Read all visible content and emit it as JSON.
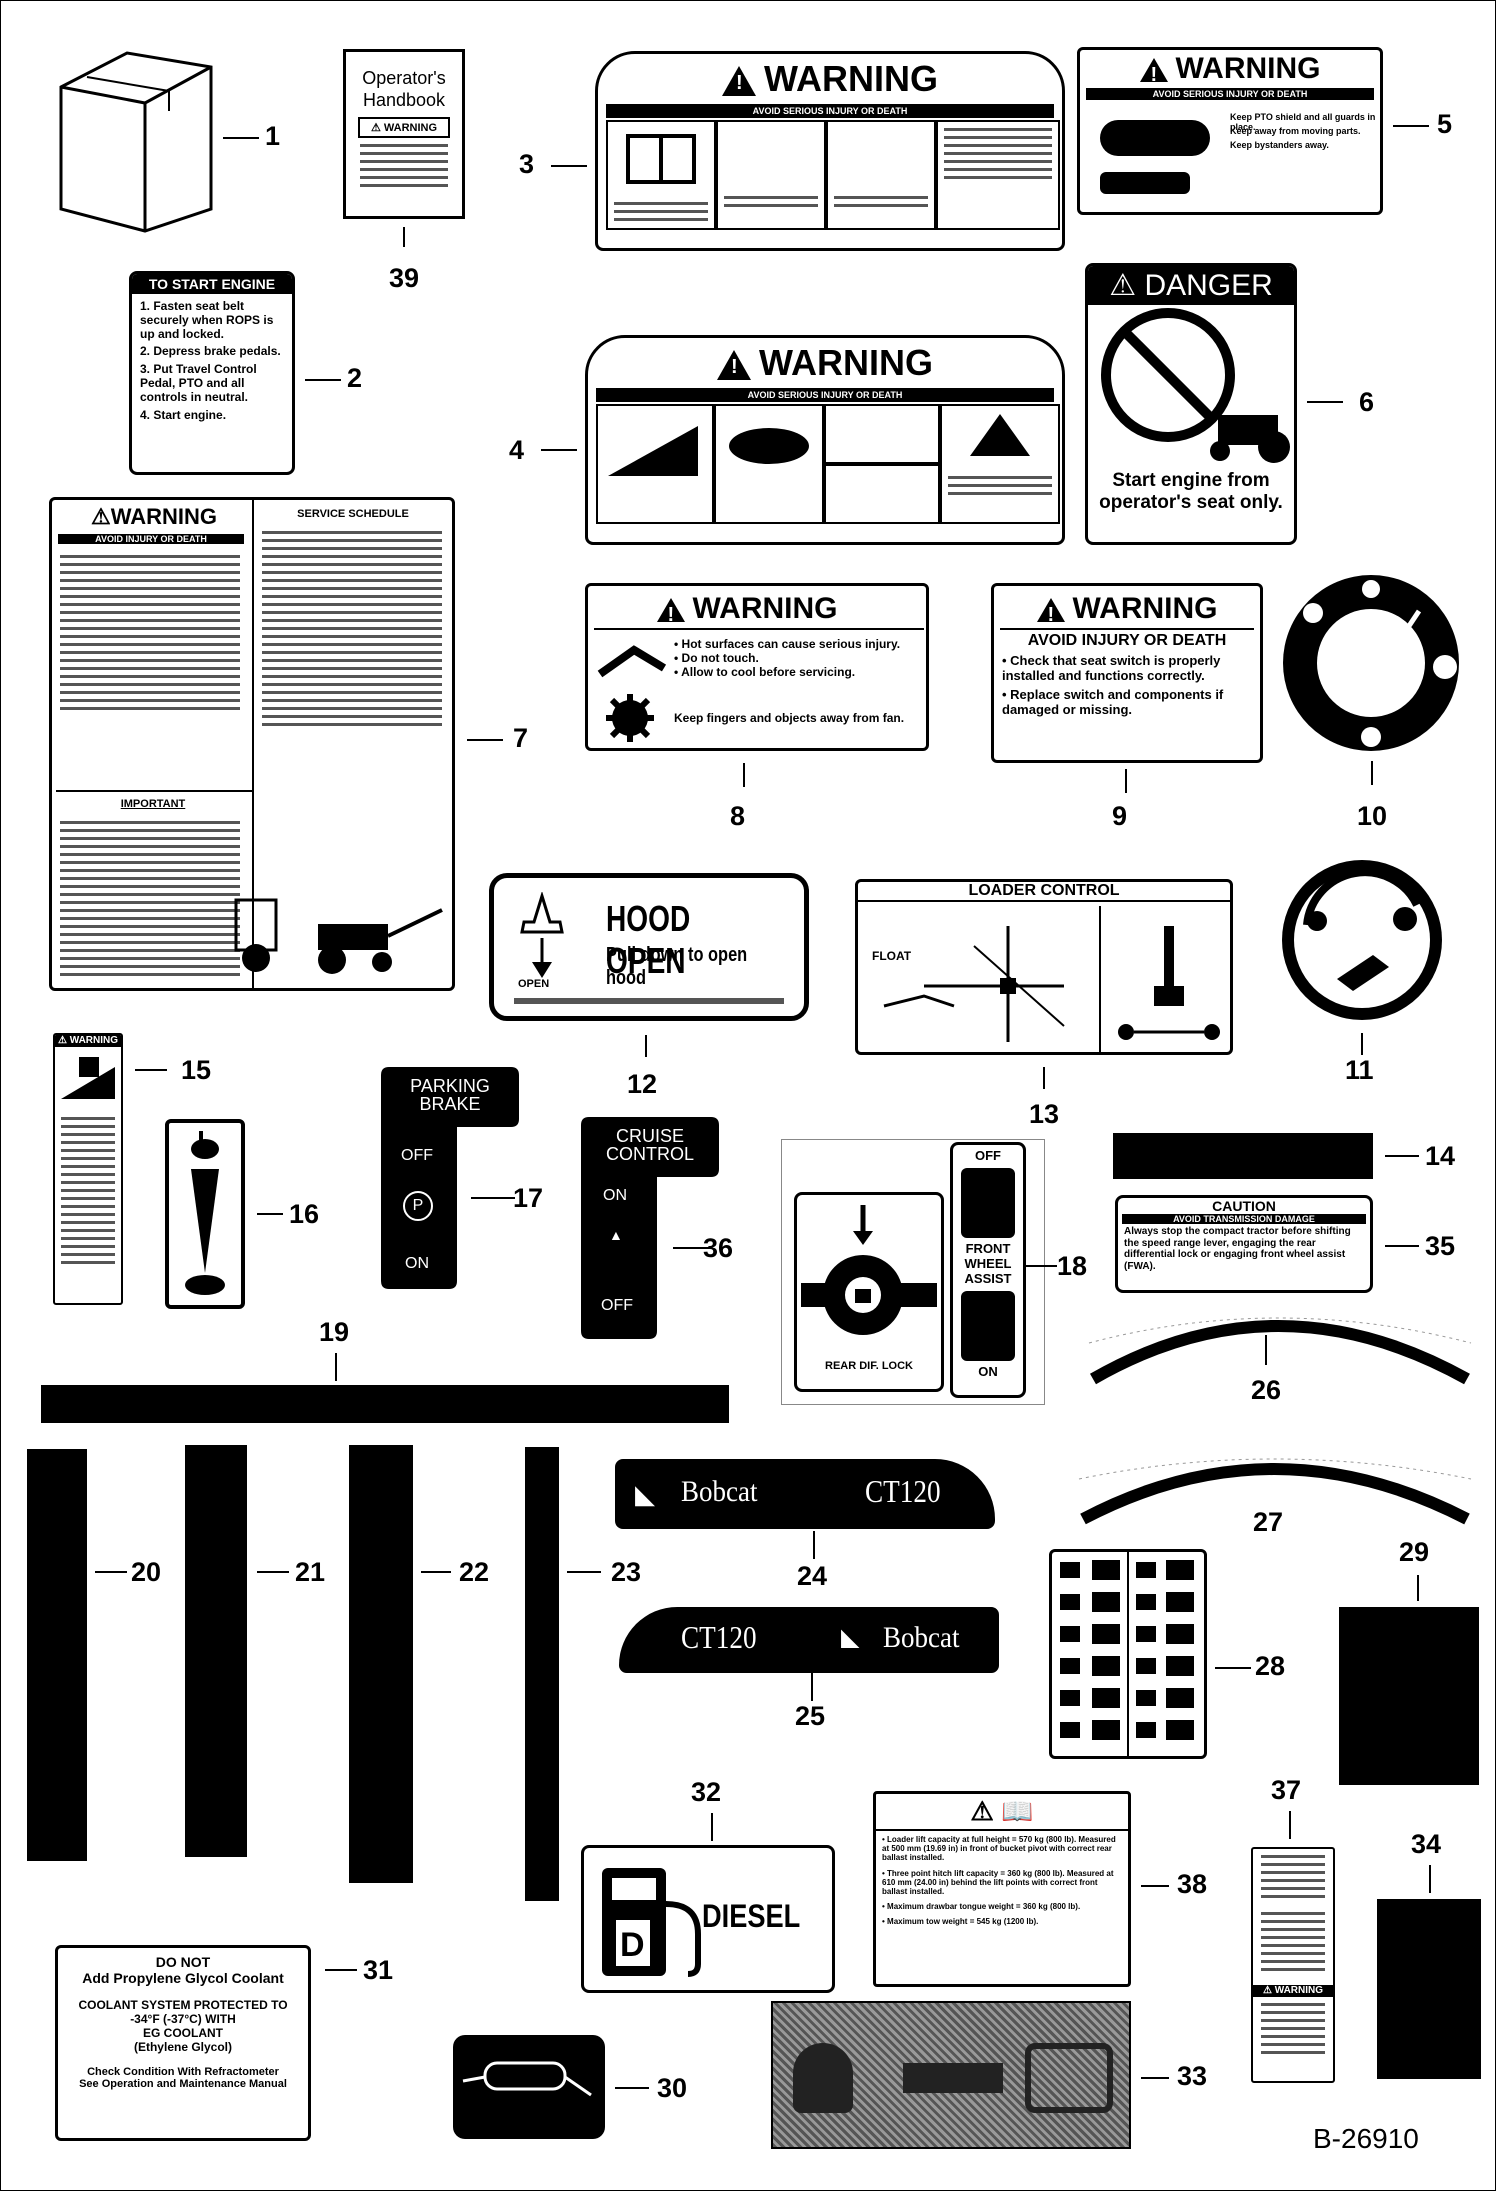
{
  "figure_id": "B-26910",
  "callouts": [
    "1",
    "2",
    "3",
    "4",
    "5",
    "6",
    "7",
    "8",
    "9",
    "10",
    "11",
    "12",
    "13",
    "14",
    "15",
    "16",
    "17",
    "18",
    "19",
    "20",
    "21",
    "22",
    "23",
    "24",
    "25",
    "26",
    "27",
    "28",
    "29",
    "30",
    "31",
    "32",
    "33",
    "34",
    "35",
    "36",
    "37",
    "38",
    "39"
  ],
  "decals": {
    "d39": {
      "line1": "Operator's",
      "line2": "Handbook",
      "badge": "WARNING"
    },
    "d2": {
      "title": "TO START ENGINE",
      "steps": [
        "1. Fasten seat belt securely when ROPS is up and locked.",
        "2. Depress brake pedals.",
        "3. Put Travel Control Pedal, PTO and all controls in neutral.",
        "4. Start engine."
      ]
    },
    "d3": {
      "title": "WARNING",
      "sub": "AVOID SERIOUS INJURY OR DEATH"
    },
    "d4": {
      "title": "WARNING",
      "sub": "AVOID SERIOUS INJURY OR DEATH"
    },
    "d5": {
      "title": "WARNING",
      "sub": "AVOID SERIOUS INJURY OR DEATH",
      "lines": [
        "Keep PTO shield and all guards in place.",
        "Keep away from moving parts.",
        "Keep bystanders away."
      ]
    },
    "d6": {
      "title": "DANGER",
      "text1": "Start engine from",
      "text2": "operator's seat only."
    },
    "d7": {
      "title": "WARNING",
      "sub": "AVOID INJURY OR DEATH",
      "col2": "SERVICE SCHEDULE",
      "lower": "IMPORTANT"
    },
    "d8": {
      "title": "WARNING",
      "lines": [
        "• Hot surfaces can cause serious injury.",
        "• Do not touch.",
        "• Allow to cool before servicing."
      ],
      "fan": "Keep fingers and objects away from fan."
    },
    "d9": {
      "title": "WARNING",
      "sub": "AVOID INJURY OR DEATH",
      "lines": [
        "• Check that seat switch is properly installed and functions correctly.",
        "• Replace switch and components if damaged or missing."
      ]
    },
    "d12": {
      "title": "HOOD OPEN",
      "sub": "Pull down to open hood",
      "open": "OPEN"
    },
    "d13": {
      "title": "LOADER CONTROL",
      "float": "FLOAT"
    },
    "d17": {
      "title1": "PARKING",
      "title2": "BRAKE",
      "off": "OFF",
      "on": "ON",
      "p": "P"
    },
    "d36": {
      "title1": "CRUISE",
      "title2": "CONTROL",
      "on": "ON",
      "off": "OFF"
    },
    "d18": {
      "label": "REAR DIF. LOCK",
      "off": "OFF",
      "front": "FRONT",
      "wheel": "WHEEL",
      "assist": "ASSIST",
      "on": "ON"
    },
    "d35": {
      "title": "CAUTION",
      "sub": "AVOID TRANSMISSION DAMAGE",
      "text": "Always stop the compact tractor before shifting the speed range lever, engaging the rear differential lock or engaging front wheel assist (FWA)."
    },
    "d24": {
      "brand": "Bobcat",
      "model": "CT120"
    },
    "d25": {
      "brand": "Bobcat",
      "model": "CT120"
    },
    "d31": {
      "l1": "DO NOT",
      "l2": "Add Propylene Glycol Coolant",
      "l3": "COOLANT SYSTEM PROTECTED TO",
      "l4": "-34°F (-37°C) WITH",
      "l5": "EG COOLANT",
      "l6": "(Ethylene Glycol)",
      "l7": "Check Condition With Refractometer",
      "l8": "See Operation and Maintenance Manual"
    },
    "d32": {
      "text": "DIESEL",
      "d": "D"
    },
    "d38": {
      "lines": [
        "• Loader lift capacity at full height = 570 kg (800 lb). Measured at 500 mm (19.69 in) in front of bucket pivot with correct rear ballast installed.",
        "• Three point hitch lift capacity = 360 kg (800 lb). Measured at 610 mm (24.00 in) behind the lift points with correct front ballast installed.",
        "• Maximum drawbar tongue weight = 360 kg (800 lb).",
        "• Maximum tow weight = 545 kg (1200 lb)."
      ]
    },
    "d37": {
      "warn": "WARNING"
    },
    "d15": {
      "warn": "WARNING"
    }
  }
}
